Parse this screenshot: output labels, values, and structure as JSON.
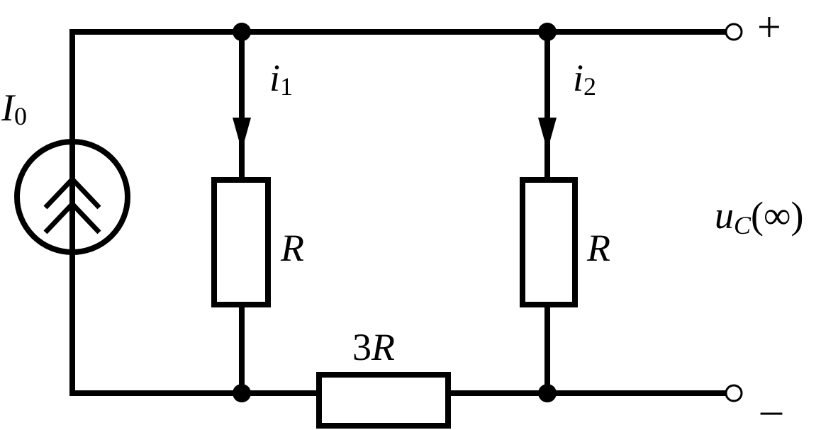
{
  "source": {
    "label": "I",
    "subscript": "0"
  },
  "branch_left": {
    "current_label": "i",
    "current_subscript": "1",
    "resistor_label": "R"
  },
  "branch_right": {
    "current_label": "i",
    "current_subscript": "2",
    "resistor_label": "R"
  },
  "bottom_resistor": {
    "label_number": "3",
    "label_letter": "R"
  },
  "output": {
    "plus": "+",
    "minus": "–",
    "voltage_label": "u",
    "voltage_subscript": "C",
    "voltage_argument": "(∞)"
  }
}
